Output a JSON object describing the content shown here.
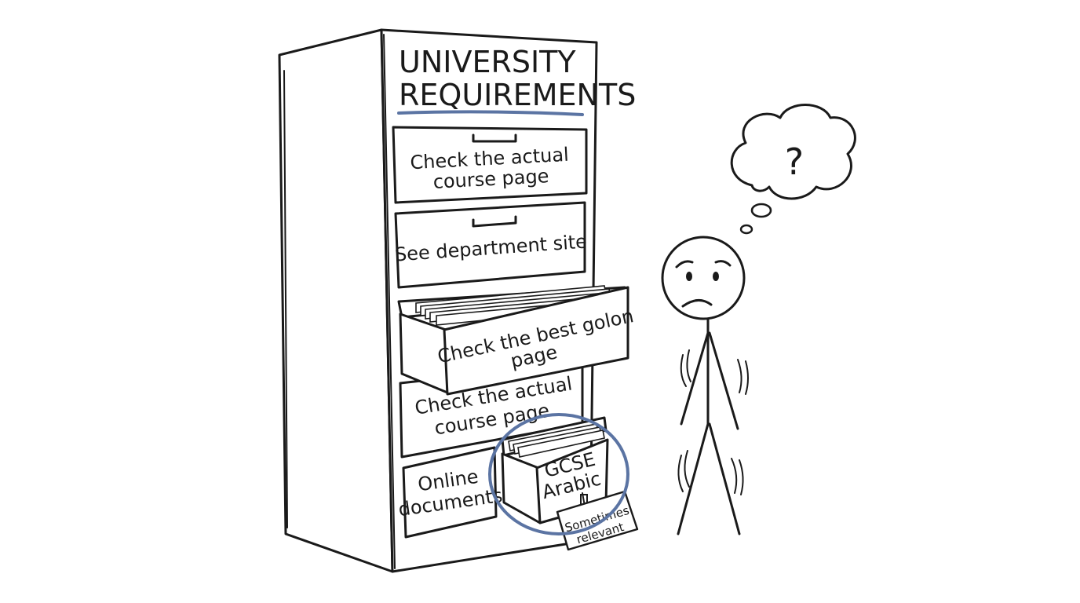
{
  "cabinet": {
    "title_line1": "UNIVERSITY",
    "title_line2": "REQUIREMENTS",
    "underline_color": "#5b74a3"
  },
  "drawers": [
    {
      "line1": "Check the actual",
      "line2": "course page"
    },
    {
      "line1": "See department site"
    },
    {
      "line1": "Check the best golon",
      "line2": "page"
    },
    {
      "line1": "Check the actual",
      "line2": "course page"
    },
    {
      "line1": "Online",
      "line2": "documents"
    },
    {
      "line1": "GCSE",
      "line2": "Arabic"
    }
  ],
  "tag": {
    "line1": "Sometimes",
    "line2": "relevant"
  },
  "highlight_color": "#5b74a3",
  "thought": {
    "symbol": "?"
  },
  "icons": {
    "thought_bubble": "thought-bubble-icon",
    "stick_figure": "stick-figure-icon"
  }
}
